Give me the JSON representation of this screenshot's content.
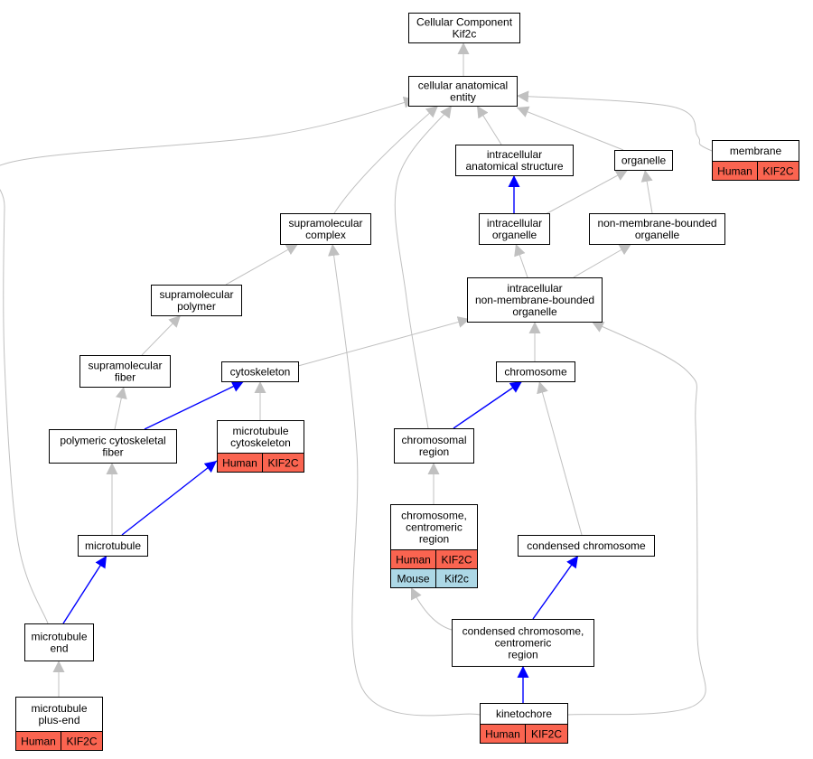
{
  "colors": {
    "regular_edge": "#c0c0c0",
    "highlight_edge": "#0000ff",
    "human": "#fa6450",
    "mouse": "#add8e6"
  },
  "nodes": [
    {
      "id": "root",
      "lines": [
        "Cellular Component",
        "Kif2c"
      ]
    },
    {
      "id": "cae",
      "lines": [
        "cellular anatomical",
        "entity"
      ]
    },
    {
      "id": "membrane",
      "lines": [
        "membrane"
      ],
      "annotations": [
        [
          "Human",
          "KIF2C"
        ]
      ]
    },
    {
      "id": "ias",
      "lines": [
        "intracellular",
        "anatomical structure"
      ]
    },
    {
      "id": "organelle",
      "lines": [
        "organelle"
      ]
    },
    {
      "id": "smc",
      "lines": [
        "supramolecular",
        "complex"
      ]
    },
    {
      "id": "io",
      "lines": [
        "intracellular",
        "organelle"
      ]
    },
    {
      "id": "nmbo",
      "lines": [
        "non-membrane-bounded",
        "organelle"
      ]
    },
    {
      "id": "smp",
      "lines": [
        "supramolecular",
        "polymer"
      ]
    },
    {
      "id": "inmbo",
      "lines": [
        "intracellular",
        "non-membrane-bounded",
        "organelle"
      ]
    },
    {
      "id": "smf",
      "lines": [
        "supramolecular",
        "fiber"
      ]
    },
    {
      "id": "cytoskeleton",
      "lines": [
        "cytoskeleton"
      ]
    },
    {
      "id": "chromosome",
      "lines": [
        "chromosome"
      ]
    },
    {
      "id": "mtcyto",
      "lines": [
        "microtubule",
        "cytoskeleton"
      ],
      "annotations": [
        [
          "Human",
          "KIF2C"
        ]
      ]
    },
    {
      "id": "pcf",
      "lines": [
        "polymeric cytoskeletal",
        "fiber"
      ]
    },
    {
      "id": "chromreg",
      "lines": [
        "chromosomal",
        "region"
      ]
    },
    {
      "id": "ccr",
      "lines": [
        "chromosome,",
        "centromeric",
        "region"
      ],
      "annotations": [
        [
          "Human",
          "KIF2C"
        ],
        [
          "Mouse",
          "Kif2c"
        ]
      ]
    },
    {
      "id": "condchrom",
      "lines": [
        "condensed chromosome"
      ]
    },
    {
      "id": "microtubule",
      "lines": [
        "microtubule"
      ]
    },
    {
      "id": "mtend",
      "lines": [
        "microtubule",
        "end"
      ]
    },
    {
      "id": "cccr",
      "lines": [
        "condensed chromosome,",
        "centromeric",
        "region"
      ]
    },
    {
      "id": "mtplus",
      "lines": [
        "microtubule",
        "plus-end"
      ],
      "annotations": [
        [
          "Human",
          "KIF2C"
        ]
      ]
    },
    {
      "id": "kinetochore",
      "lines": [
        "kinetochore"
      ],
      "annotations": [
        [
          "Human",
          "KIF2C"
        ]
      ]
    }
  ],
  "edges": [
    {
      "from": "cae",
      "to": "root",
      "highlight": false
    },
    {
      "from": "ias",
      "to": "cae",
      "highlight": false
    },
    {
      "from": "organelle",
      "to": "cae",
      "highlight": false
    },
    {
      "from": "membrane",
      "to": "cae",
      "highlight": false
    },
    {
      "from": "smc",
      "to": "cae",
      "highlight": false
    },
    {
      "from": "chromreg",
      "to": "cae",
      "highlight": false
    },
    {
      "from": "mtend",
      "to": "cae",
      "highlight": false
    },
    {
      "from": "io",
      "to": "ias",
      "highlight": true
    },
    {
      "from": "io",
      "to": "organelle",
      "highlight": false
    },
    {
      "from": "nmbo",
      "to": "organelle",
      "highlight": false
    },
    {
      "from": "smp",
      "to": "smc",
      "highlight": false
    },
    {
      "from": "kinetochore",
      "to": "smc",
      "highlight": false
    },
    {
      "from": "inmbo",
      "to": "io",
      "highlight": false
    },
    {
      "from": "inmbo",
      "to": "nmbo",
      "highlight": false
    },
    {
      "from": "smf",
      "to": "smp",
      "highlight": false
    },
    {
      "from": "cytoskeleton",
      "to": "inmbo",
      "highlight": false
    },
    {
      "from": "chromosome",
      "to": "inmbo",
      "highlight": false
    },
    {
      "from": "kinetochore",
      "to": "inmbo",
      "highlight": false
    },
    {
      "from": "pcf",
      "to": "smf",
      "highlight": false
    },
    {
      "from": "pcf",
      "to": "cytoskeleton",
      "highlight": true
    },
    {
      "from": "mtcyto",
      "to": "cytoskeleton",
      "highlight": false
    },
    {
      "from": "chromreg",
      "to": "chromosome",
      "highlight": true
    },
    {
      "from": "condchrom",
      "to": "chromosome",
      "highlight": false
    },
    {
      "from": "microtubule",
      "to": "pcf",
      "highlight": false
    },
    {
      "from": "microtubule",
      "to": "mtcyto",
      "highlight": true
    },
    {
      "from": "ccr",
      "to": "chromreg",
      "highlight": false
    },
    {
      "from": "cccr",
      "to": "ccr",
      "highlight": false
    },
    {
      "from": "cccr",
      "to": "condchrom",
      "highlight": true
    },
    {
      "from": "mtend",
      "to": "microtubule",
      "highlight": true
    },
    {
      "from": "mtplus",
      "to": "mtend",
      "highlight": false
    },
    {
      "from": "kinetochore",
      "to": "cccr",
      "highlight": true
    }
  ]
}
